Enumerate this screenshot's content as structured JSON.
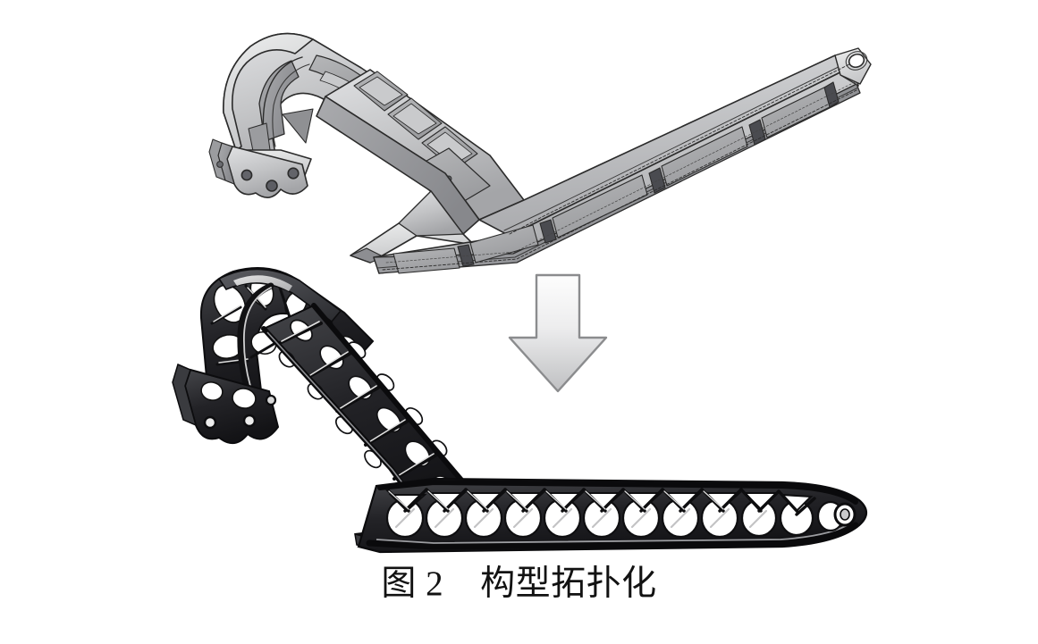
{
  "figure": {
    "caption": "图 2    构型拓扑化",
    "caption_label": "图 2",
    "caption_title": "构型拓扑化",
    "background_color": "#ffffff"
  },
  "panels": [
    {
      "id": "original",
      "name": "original-cad-model",
      "description": "ribbed-cast-bracket-arm",
      "fill_color": "#b9babc",
      "edge_color": "#2b2b2b",
      "highlight_color": "#d8d9db",
      "shadow_color": "#7e8084",
      "features": {
        "lug_hole_count": 3,
        "rib_count": 5,
        "pocket_count": 4,
        "tip_eyelet": 1
      }
    },
    {
      "id": "optimized",
      "name": "topology-optimized-model",
      "description": "lattice-truss-bracket-arm",
      "fill_color": "#2a2a2a",
      "edge_color": "#111111",
      "highlight_color": "#e8e8e8",
      "midtone_color": "#5a5a5c",
      "features": {
        "lug_hole_count": 3,
        "lattice_cell_count": 14,
        "tip_eyelet": 1
      }
    }
  ],
  "arrow": {
    "name": "downward-transform-arrow",
    "direction": "down",
    "fill_top": "#fdfdfd",
    "fill_bottom": "#bfc0c2",
    "stroke": "#8b8c8e"
  }
}
